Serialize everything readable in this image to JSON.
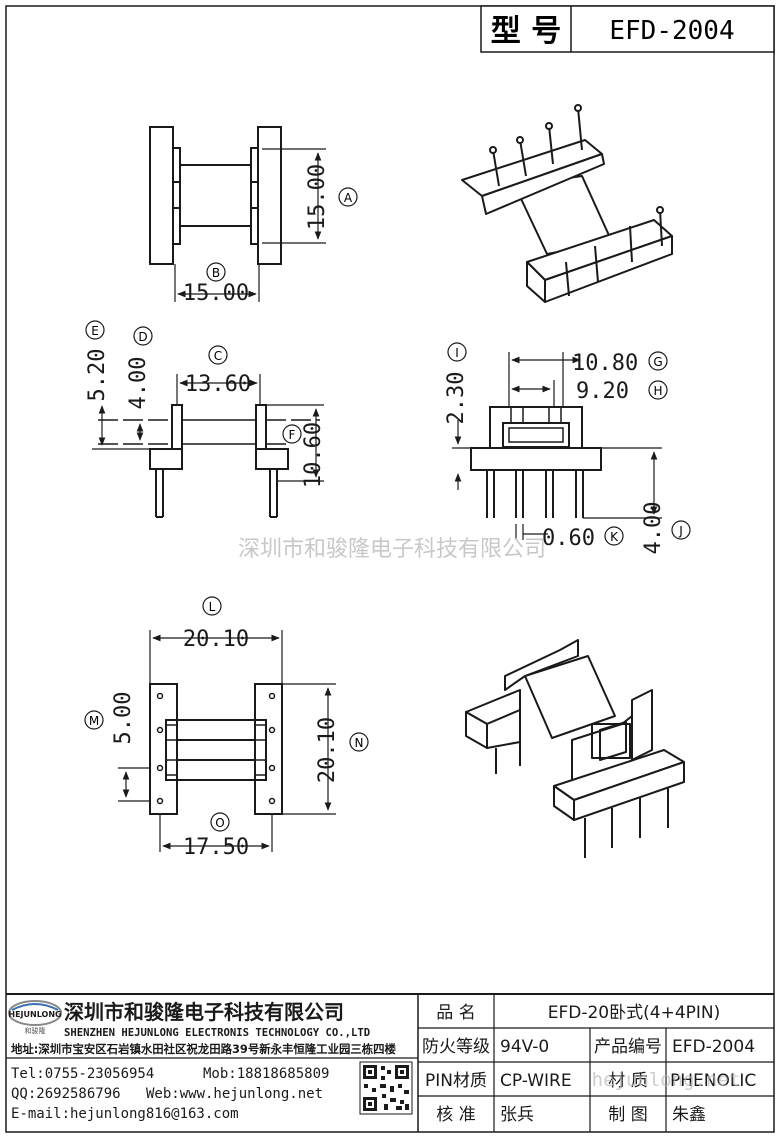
{
  "header": {
    "model_label": "型 号",
    "model_value": "EFD-2004"
  },
  "watermark_center": "深圳市和骏隆电子科技有限公司",
  "watermark_corner": "hejunlong.net",
  "dimensions": {
    "A": {
      "letter": "A",
      "value": "15.00"
    },
    "B": {
      "letter": "B",
      "value": "15.00"
    },
    "C": {
      "letter": "C",
      "value": "13.60"
    },
    "D": {
      "letter": "D",
      "value": "4.00"
    },
    "E": {
      "letter": "E",
      "value": "5.20"
    },
    "F": {
      "letter": "F",
      "value": "10.60"
    },
    "G": {
      "letter": "G",
      "value": "10.80"
    },
    "H": {
      "letter": "H",
      "value": "9.20"
    },
    "I": {
      "letter": "I",
      "value": "2.30"
    },
    "J": {
      "letter": "J",
      "value": "4.00"
    },
    "K": {
      "letter": "K",
      "value": "0.60"
    },
    "L": {
      "letter": "L",
      "value": "20.10"
    },
    "M": {
      "letter": "M",
      "value": "5.00"
    },
    "N": {
      "letter": "N",
      "value": "20.10"
    },
    "O": {
      "letter": "O",
      "value": "17.50"
    }
  },
  "company": {
    "logo_text": "HEJUNLONG",
    "logo_sub": "和骏隆",
    "name_cn": "深圳市和骏隆电子科技有限公司",
    "name_en": "SHENZHEN HEJUNLONG ELECTRONIS TECHNOLOGY CO.,LTD",
    "address": "地址:深圳市宝安区石岩镇水田社区祝龙田路39号新永丰恒隆工业园三栋四楼",
    "tel": "Tel:0755-23056954",
    "mob": "Mob:18818685809",
    "qq": "QQ:2692586796",
    "web": "Web:www.hejunlong.net",
    "email": "E-mail:hejunlong816@163.com"
  },
  "spec_table": {
    "name_label": "品 名",
    "name_value": "EFD-20卧式(4+4PIN)",
    "fire_label": "防火等级",
    "fire_value": "94V-0",
    "code_label": "产品编号",
    "code_value": "EFD-2004",
    "pin_label": "PIN材质",
    "pin_value": "CP-WIRE",
    "material_label": "材 质",
    "material_value": "PHENOLIC",
    "check_label": "核 准",
    "check_value": "张兵",
    "draw_label": "制 图",
    "draw_value": "朱鑫"
  }
}
